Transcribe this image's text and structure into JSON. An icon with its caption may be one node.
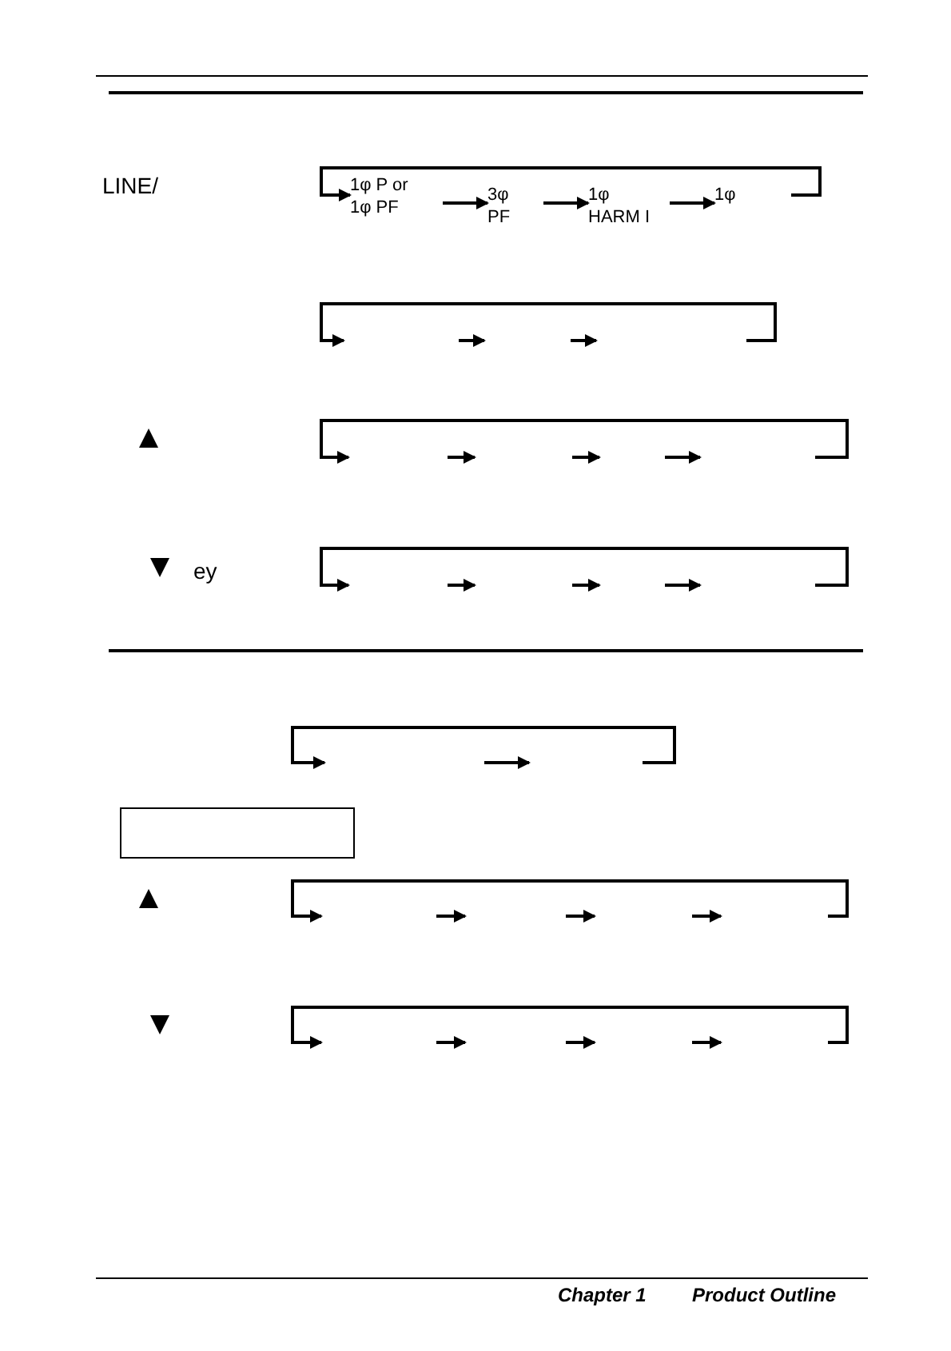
{
  "diagram": {
    "nodes": [
      {
        "text": [
          "1φ  P or 1φ  PF"
        ]
      },
      {
        "text": [
          "3φ PF"
        ]
      },
      {
        "text": [
          "1φ HARM I"
        ]
      },
      {
        "text": [
          "1φ"
        ]
      },
      {
        "text": [],
        "shape": "box"
      }
    ],
    "edges": [
      {
        "from": 0,
        "to": 1,
        "arrow": "to"
      },
      {
        "from": 1,
        "to": 2,
        "arrow": "to"
      },
      {
        "from": 2,
        "to": 3,
        "arrow": "to"
      },
      {
        "from": 3,
        "to": 0,
        "arrow": "to"
      }
    ],
    "labels": [
      "LINE/",
      "ey",
      "Chapter 1",
      "Product Outline"
    ]
  }
}
